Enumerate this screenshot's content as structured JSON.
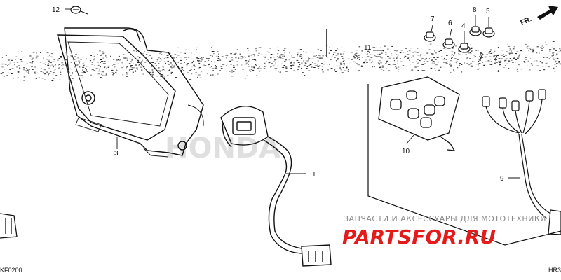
{
  "direction_label": "FR.",
  "callouts": [
    "12",
    "7",
    "6",
    "4",
    "8",
    "5",
    "11",
    "2",
    "2",
    "3",
    "1",
    "10",
    "9"
  ],
  "codes": {
    "left": "KF0200",
    "right": "HR3"
  },
  "watermark": {
    "caption": "ЗАПЧАСТИ И АКСЕССУАРЫ ДЛЯ МОТОТЕХНИКИ",
    "logo": "PARTSFOR.RU",
    "logo_parts": [
      "PARTS",
      "FOR.RU"
    ],
    "logo_colors": [
      "#e31b1b",
      "#e31b1b"
    ],
    "brand_ghost": "HONDA"
  }
}
